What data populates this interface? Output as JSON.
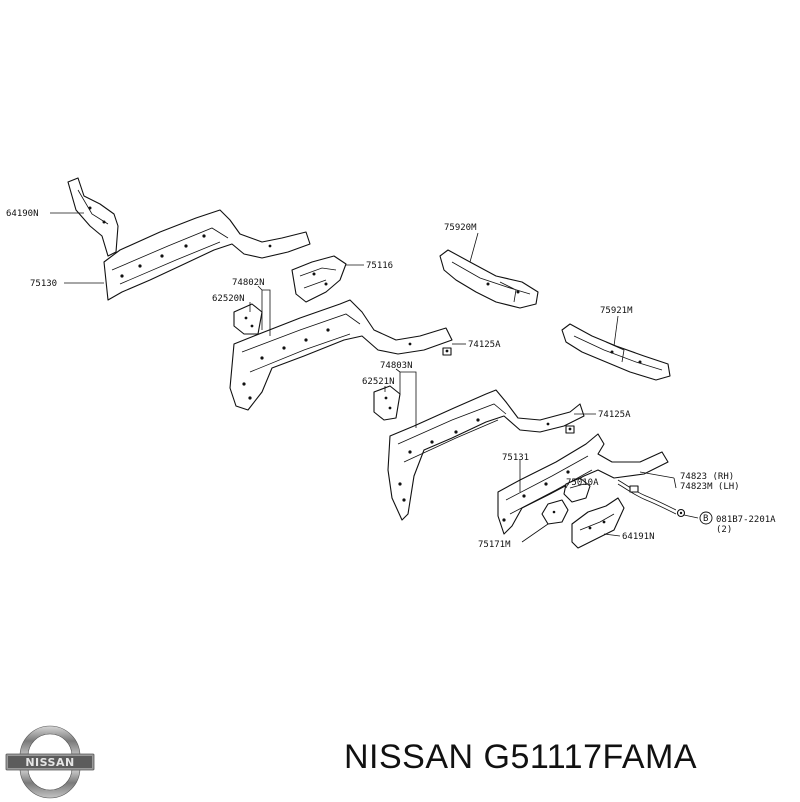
{
  "labels": {
    "p64190N": "64190N",
    "p75130": "75130",
    "p74802N": "74802N",
    "p62520N": "62520N",
    "p75116": "75116",
    "p75920M": "75920M",
    "p75921M": "75921M",
    "p74125A_1": "74125A",
    "p74803N": "74803N",
    "p62521N": "62521N",
    "p74125A_2": "74125A",
    "p75131": "75131",
    "p75010A": "75010A",
    "p74823RH": "74823 (RH)",
    "p74823LH": "74823M (LH)",
    "p081B7": "081B7-2201A",
    "p081B7_qty": "(2)",
    "p081B7_mark": "B",
    "p75171M": "75171M",
    "p64191N": "64191N"
  },
  "logo_text": "NISSAN",
  "footer": {
    "title": "NISSAN G51117FAMA"
  }
}
